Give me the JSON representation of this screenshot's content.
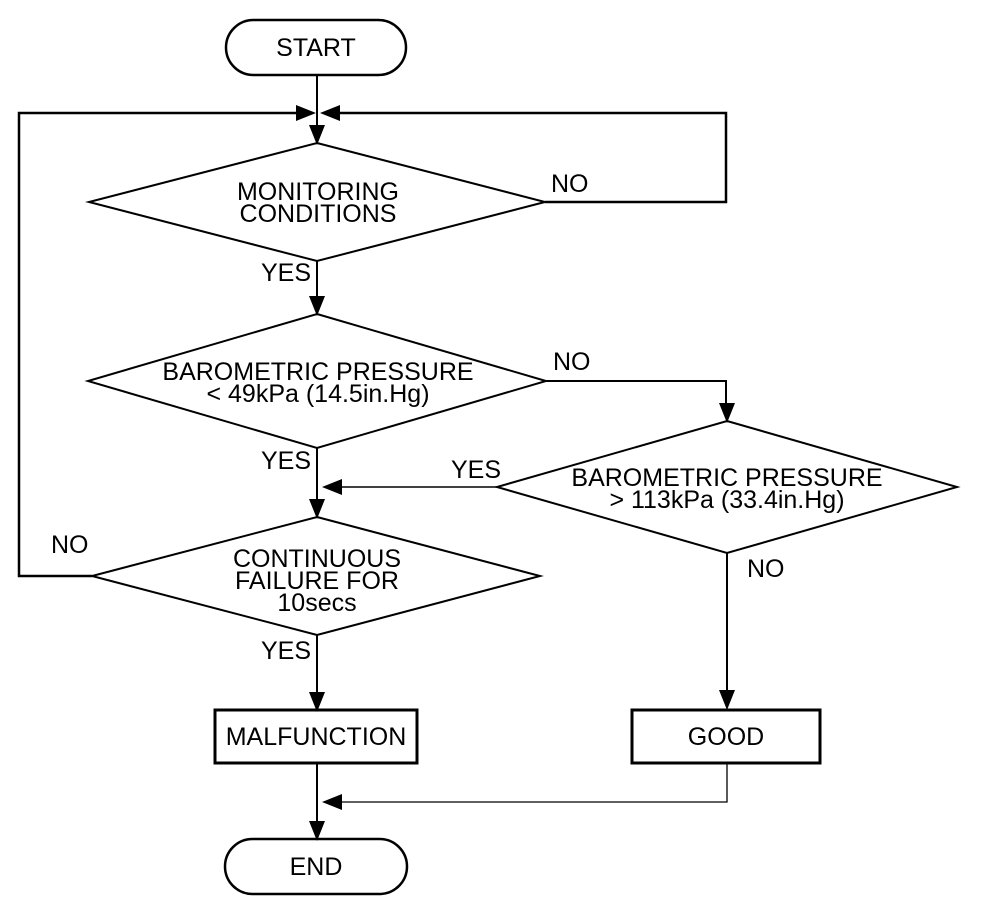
{
  "diagram": {
    "kind": "flowchart"
  },
  "nodes": {
    "start": {
      "label": "START",
      "shape": "terminator"
    },
    "monitoring": {
      "line1": "MONITORING",
      "line2": "CONDITIONS",
      "shape": "decision"
    },
    "pressure_low": {
      "line1": "BAROMETRIC PRESSURE",
      "line2": "< 49kPa (14.5in.Hg)",
      "shape": "decision"
    },
    "pressure_high": {
      "line1": "BAROMETRIC PRESSURE",
      "line2": "> 113kPa (33.4in.Hg)",
      "shape": "decision"
    },
    "continuous_failure": {
      "line1": "CONTINUOUS",
      "line2": "FAILURE FOR",
      "line3": "10secs",
      "shape": "decision"
    },
    "malfunction": {
      "label": "MALFUNCTION",
      "shape": "process"
    },
    "good": {
      "label": "GOOD",
      "shape": "process"
    },
    "end": {
      "label": "END",
      "shape": "terminator"
    }
  },
  "edge_labels": {
    "monitoring_no": "NO",
    "monitoring_yes": "YES",
    "pressure_low_no": "NO",
    "pressure_low_yes": "YES",
    "pressure_high_yes": "YES",
    "pressure_high_no": "NO",
    "continuous_failure_no": "NO",
    "continuous_failure_yes": "YES"
  },
  "colors": {
    "line": "#000000",
    "background": "#ffffff"
  }
}
